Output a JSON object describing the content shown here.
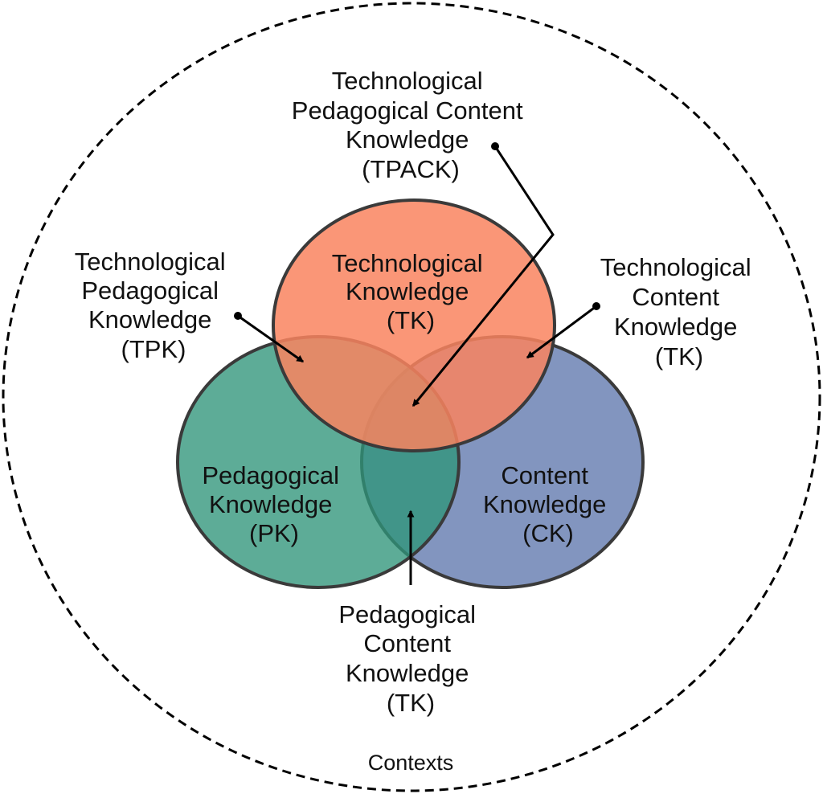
{
  "diagram": {
    "context_label": "Contexts",
    "colors": {
      "technological": "#f9845f",
      "pedagogical": "#2f957a",
      "content": "#6c82b4",
      "stroke": "#3a3a3a",
      "arrow": "#000000"
    },
    "circles": {
      "tk": {
        "lines": [
          "Technological",
          "Knowledge",
          "(TK)"
        ]
      },
      "pk": {
        "lines": [
          "Pedagogical",
          "Knowledge",
          "(PK)"
        ]
      },
      "ck": {
        "lines": [
          "Content",
          "Knowledge",
          "(CK)"
        ]
      }
    },
    "callouts": {
      "tpack": {
        "lines": [
          "Technological",
          "Pedagogical Content",
          "Knowledge",
          "(TPACK)"
        ]
      },
      "tpk": {
        "lines": [
          "Technological",
          "Pedagogical",
          "Knowledge",
          "(TPK)"
        ]
      },
      "tck": {
        "lines": [
          "Technological",
          "Content",
          "Knowledge",
          "(TK)"
        ]
      },
      "pck": {
        "lines": [
          "Pedagogical",
          "Content",
          "Knowledge",
          "(TK)"
        ]
      }
    }
  }
}
